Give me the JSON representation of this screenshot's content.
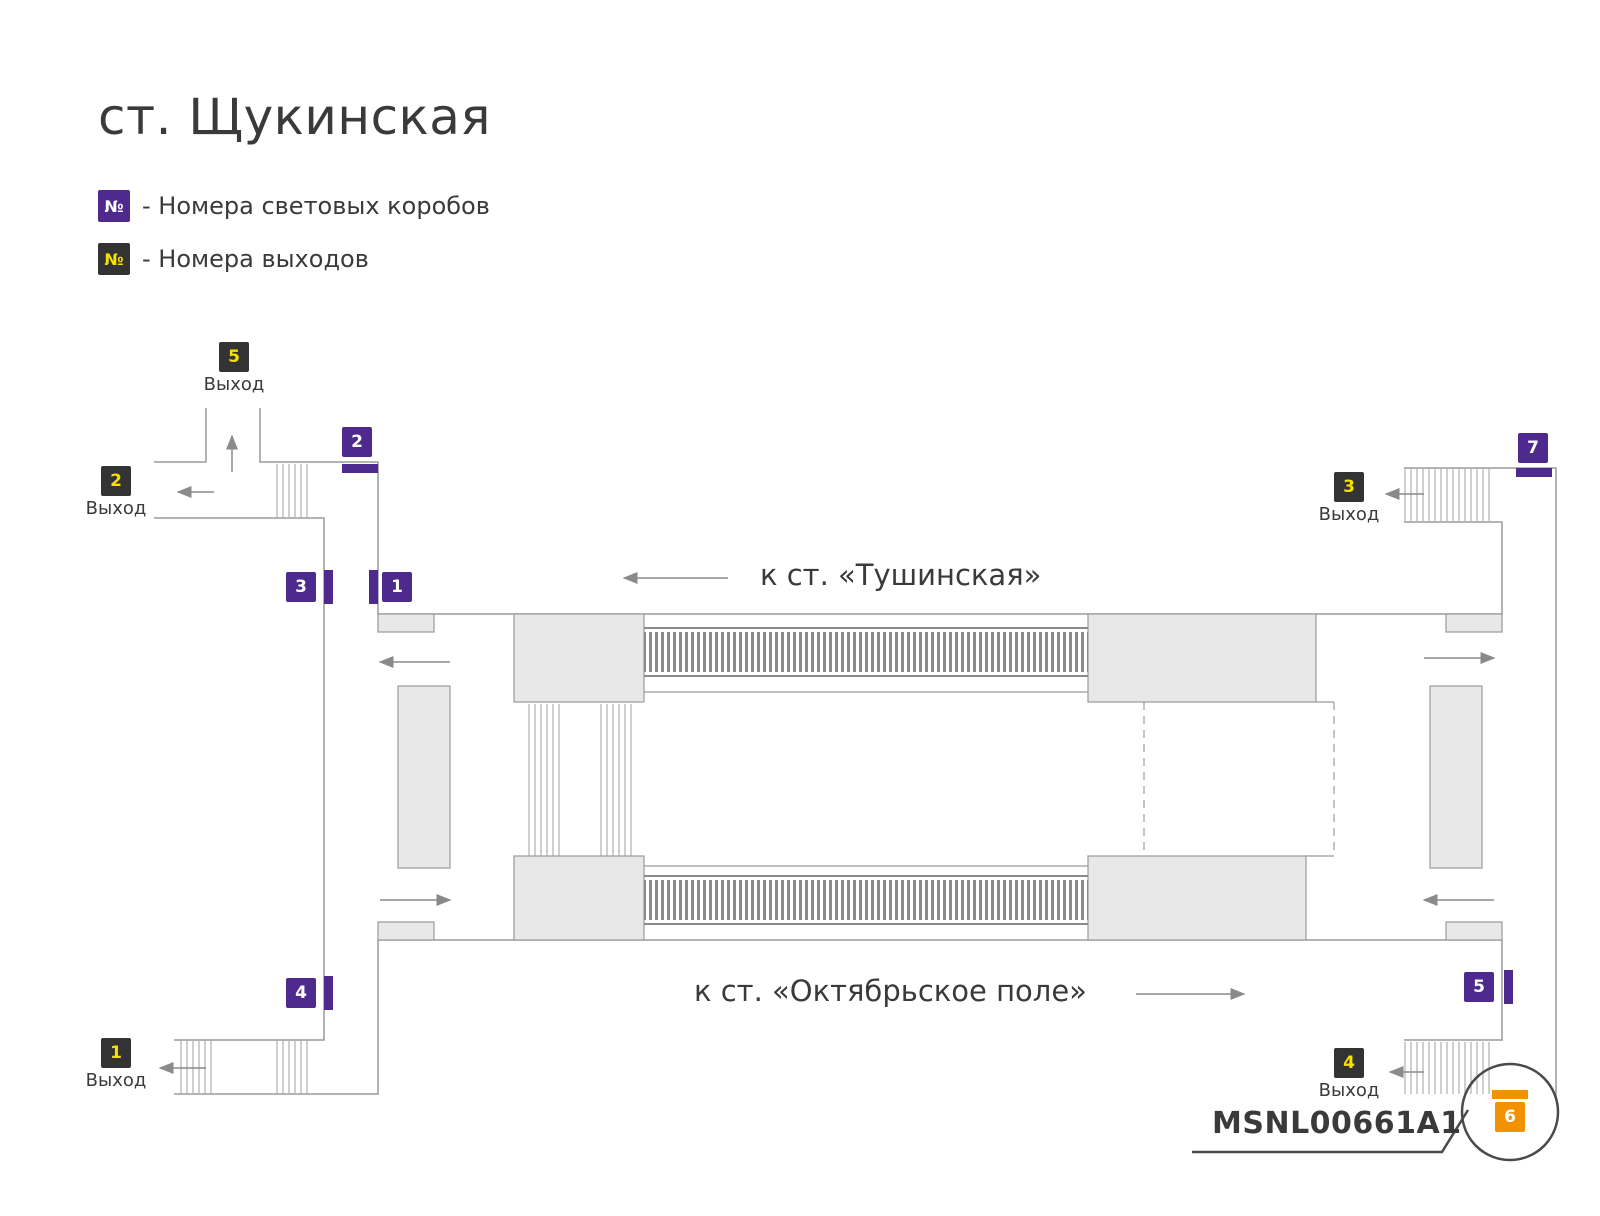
{
  "title": "ст. Щукинская",
  "legend": {
    "box_symbol": "№",
    "box_label": "- Номера световых коробов",
    "exit_symbol": "№",
    "exit_label": "- Номера выходов"
  },
  "exit_word": "Выход",
  "exits": [
    "1",
    "2",
    "3",
    "4",
    "5"
  ],
  "lightboxes": [
    "1",
    "2",
    "3",
    "4",
    "5",
    "6",
    "7"
  ],
  "directions": {
    "top": "к ст. «Тушинская»",
    "bottom": "к ст. «Октябрьское  поле»"
  },
  "selected_box": "6",
  "code": "MSNL00661A1",
  "colors": {
    "lightbox": "#4e2a8e",
    "exit": "#333333",
    "exit_text": "#f6e000",
    "selected": "#f39200",
    "wall": "#9a9a9a",
    "fill": "#e8e8e8"
  }
}
